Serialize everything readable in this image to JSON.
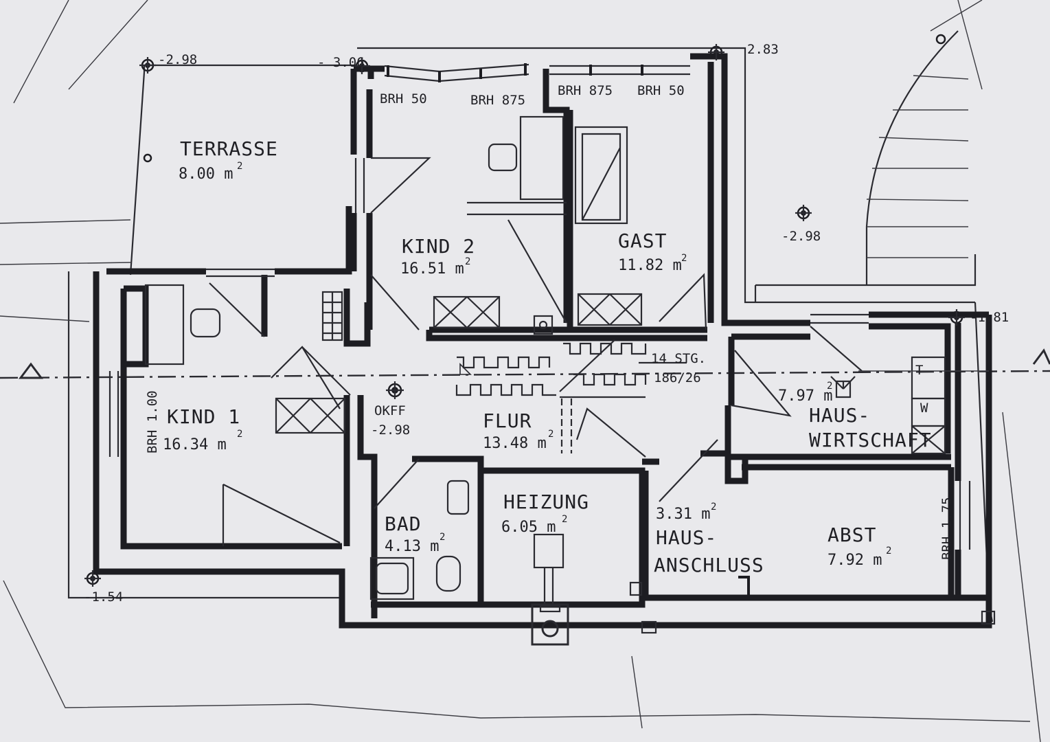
{
  "rooms": {
    "terrasse": {
      "name": "TERRASSE",
      "area": "8.00 m",
      "exp": "2"
    },
    "kind2": {
      "name": "KIND 2",
      "area": "16.51 m",
      "exp": "2"
    },
    "gast": {
      "name": "GAST",
      "area": "11.82 m",
      "exp": "2"
    },
    "kind1": {
      "name": "KIND 1",
      "area": "16.34 m",
      "exp": "2"
    },
    "flur": {
      "name": "FLUR",
      "area": "13.48 m",
      "exp": "2"
    },
    "bad": {
      "name": "BAD",
      "area": "4.13 m",
      "exp": "2"
    },
    "heizung": {
      "name": "HEIZUNG",
      "area": "6.05 m",
      "exp": "2"
    },
    "hausanschluss": {
      "name1": "HAUS-",
      "name2": "ANSCHLUSS",
      "area": "3.31 m",
      "exp": "2"
    },
    "abst": {
      "name": "ABST",
      "area": "7.92 m",
      "exp": "2"
    },
    "hauswirtschaft": {
      "name1": "HAUS-",
      "name2": "WIRTSCHAFT",
      "area": "7.97 m",
      "exp": "2"
    }
  },
  "window_heights": {
    "brh_50_left": "BRH 50",
    "brh_875_left": "BRH 875",
    "brh_875_right": "BRH 875",
    "brh_50_right": "BRH 50",
    "brh_100": "BRH 1.00",
    "brh_175": "BRH 1.75"
  },
  "levels": {
    "tl": "-2.98",
    "top_mid": "- 3.06",
    "tr": "2.83",
    "garden": "-2.98",
    "right": "-1.81",
    "bottom_left": "-1.54",
    "okff_label": "OKFF",
    "okff_value": "-2.98"
  },
  "stairs": {
    "steps": "14 STG.",
    "rise_run": "186/26"
  },
  "appliances": {
    "washer": "W",
    "dryer": "T"
  }
}
